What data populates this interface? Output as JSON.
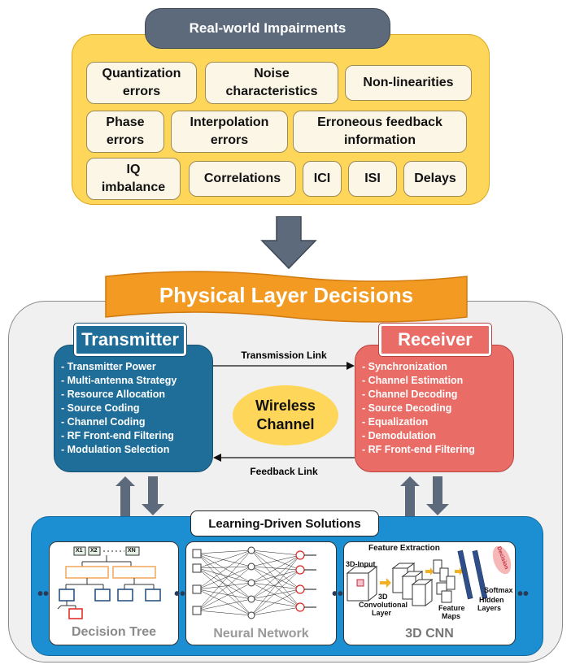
{
  "impairments": {
    "title": "Real-world Impairments",
    "items": [
      {
        "line1": "Quantization",
        "line2": "errors"
      },
      {
        "line1": "Noise",
        "line2": "characteristics"
      },
      {
        "line1": "Non-linearities",
        "line2": ""
      },
      {
        "line1": "Phase",
        "line2": "errors"
      },
      {
        "line1": "Interpolation",
        "line2": "errors"
      },
      {
        "line1": "Erroneous feedback",
        "line2": "information"
      },
      {
        "line1": "IQ",
        "line2": "imbalance"
      },
      {
        "line1": "Correlations",
        "line2": ""
      },
      {
        "line1": "ICI",
        "line2": ""
      },
      {
        "line1": "ISI",
        "line2": ""
      },
      {
        "line1": "Delays",
        "line2": ""
      }
    ]
  },
  "banner": {
    "title": "Physical Layer Decisions"
  },
  "transmitter": {
    "title": "Transmitter",
    "items": [
      "- Transmitter Power",
      "- Multi-antenna Strategy",
      "- Resource Allocation",
      "- Source Coding",
      "- Channel Coding",
      "- RF Front-end Filtering",
      "- Modulation Selection"
    ]
  },
  "receiver": {
    "title": "Receiver",
    "items": [
      "- Synchronization",
      "- Channel Estimation",
      "- Channel Decoding",
      "- Source Decoding",
      "- Equalization",
      "- Demodulation",
      "- RF Front-end Filtering"
    ]
  },
  "channel": {
    "line1": "Wireless",
    "line2": "Channel"
  },
  "links": {
    "transmission": "Transmission Link",
    "feedback": "Feedback Link"
  },
  "learning": {
    "title": "Learning-Driven Solutions",
    "decision_tree": {
      "label": "Decision Tree",
      "x1": "X1",
      "x2": "X2",
      "xn": "XN"
    },
    "neural_network": {
      "label": "Neural Network"
    },
    "cnn": {
      "label": "3D CNN",
      "feature_extraction": "Feature Extraction",
      "input": "3D-Input",
      "conv1": "3D",
      "conv2": "Convolutional",
      "conv3": "Layer",
      "maps1": "Feature",
      "maps2": "Maps",
      "softmax": "Softmax",
      "hidden1": "Hidden",
      "hidden2": "Layers",
      "decision": "Decision"
    }
  },
  "colors": {
    "yellow": "#fdd65a",
    "tx": "#1f6e99",
    "rx": "#ea6c67",
    "blue": "#1b8fd2",
    "orange": "#f29a21",
    "slate": "#5d6a7c"
  }
}
